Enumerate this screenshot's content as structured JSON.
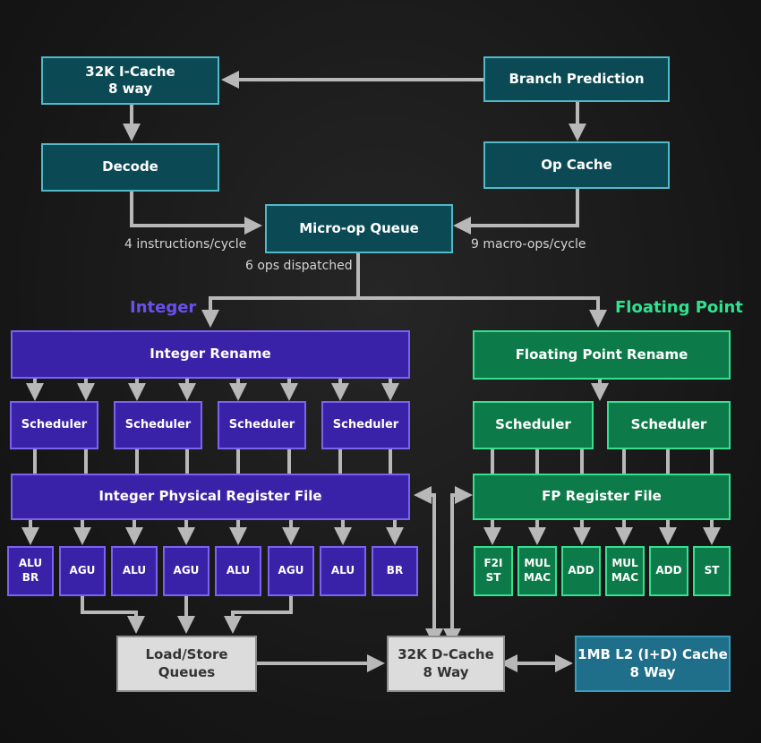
{
  "frontend": {
    "icache": "32K I-Cache\n8 way",
    "branch_prediction": "Branch Prediction",
    "decode": "Decode",
    "op_cache": "Op Cache",
    "micro_op_queue": "Micro-op Queue",
    "decode_rate": "4 instructions/cycle",
    "opcache_rate": "9 macro-ops/cycle",
    "dispatch_rate": "6 ops dispatched"
  },
  "integer": {
    "heading": "Integer",
    "rename": "Integer Rename",
    "schedulers": [
      "Scheduler",
      "Scheduler",
      "Scheduler",
      "Scheduler"
    ],
    "register_file": "Integer Physical Register File",
    "units": [
      "ALU\nBR",
      "AGU",
      "ALU",
      "AGU",
      "ALU",
      "AGU",
      "ALU",
      "BR"
    ]
  },
  "fp": {
    "heading": "Floating Point",
    "rename": "Floating Point Rename",
    "schedulers": [
      "Scheduler",
      "Scheduler"
    ],
    "register_file": "FP Register File",
    "units": [
      "F2I\nST",
      "MUL\nMAC",
      "ADD",
      "MUL\nMAC",
      "ADD",
      "ST"
    ]
  },
  "memory": {
    "load_store": "Load/Store\nQueues",
    "dcache": "32K D-Cache\n8 Way",
    "l2": "1MB L2 (I+D) Cache\n8 Way"
  },
  "colors": {
    "frontend": "#0b4a55",
    "integer": "#3a22a8",
    "integer_heading": "#6a4ff0",
    "fp": "#0d7b49",
    "fp_heading": "#2fe28f",
    "arrow": "#b8b8b8"
  }
}
